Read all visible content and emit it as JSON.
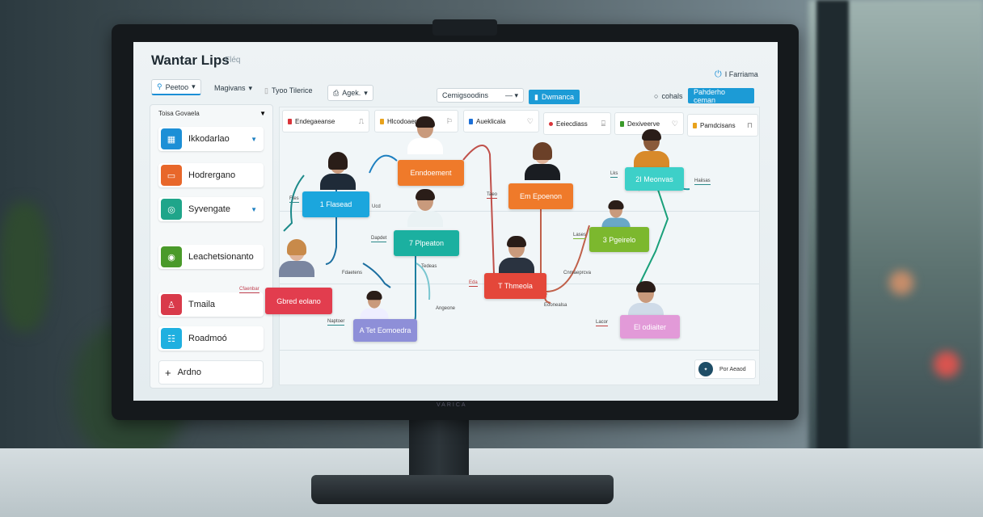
{
  "app": {
    "title": "Wantar Lips",
    "subtitle": "Fléq",
    "user_label": "I Farriama"
  },
  "toolbar": {
    "items": [
      {
        "label": "Peetoo",
        "icon": "filter-icon"
      },
      {
        "label": "Magivans",
        "icon": "chevron-down-icon"
      },
      {
        "label": "Tyoo Tilerice",
        "icon": "document-icon"
      },
      {
        "label": "Agek.",
        "icon": "printer-icon"
      }
    ],
    "select_value": "Cemigsoodins",
    "primary_button": "Dwmanca",
    "comments_label": "cohals",
    "action_button": "Pahderho ceman"
  },
  "sidebar": {
    "header": "Toisa Govaela",
    "items": [
      {
        "label": "Ikkodarlao",
        "color": "#1c8fd6",
        "icon": "grid-icon",
        "expandable": true
      },
      {
        "label": "Hodrergano",
        "color": "#e8672a",
        "icon": "chat-icon",
        "expandable": false
      },
      {
        "label": "Syvengate",
        "color": "#1fa58a",
        "icon": "sync-icon",
        "expandable": true
      },
      {
        "label": "Leachetsionanto",
        "color": "#4a9a2a",
        "icon": "coin-icon",
        "expandable": false
      },
      {
        "label": "Tmaila",
        "color": "#d93a4a",
        "icon": "user-icon",
        "expandable": false
      },
      {
        "label": "Roadmoó",
        "color": "#1fb0e0",
        "icon": "team-icon",
        "expandable": false
      }
    ],
    "add_label": "Ardno"
  },
  "tabs": [
    {
      "label": "Endegaeanse",
      "color": "#d9343a",
      "icon": "pin-icon"
    },
    {
      "label": "Hlcodoaerte",
      "color": "#e8a21c",
      "icon": "flag-icon"
    },
    {
      "label": "Aueklicala",
      "color": "#1c6fd6",
      "icon": "heart-icon"
    },
    {
      "label": "Eeiecdiass",
      "color": "#d9343a",
      "icon": "trash-icon"
    },
    {
      "label": "Dexiveerve",
      "color": "#3a9a2a",
      "icon": "heart-icon"
    },
    {
      "label": "Pamdcisans",
      "color": "#e8a21c",
      "icon": "lock-icon"
    }
  ],
  "nodes": [
    {
      "label": "Enndoement",
      "color": "#ef7a2a"
    },
    {
      "label": "1 Flasead",
      "color": "#1ba6dd"
    },
    {
      "label": "7 Plpeaton",
      "color": "#1bb0a0"
    },
    {
      "label": "Gbred eolano",
      "color": "#e23d4e"
    },
    {
      "label": "A Tet Eomoedra",
      "color": "#8e8fd8"
    },
    {
      "label": "Em Epoenon",
      "color": "#ef7a2a"
    },
    {
      "label": "T Thmeola",
      "color": "#e4473a"
    },
    {
      "label": "3 Pgeirelo",
      "color": "#7cb82e"
    },
    {
      "label": "2I Meonvas",
      "color": "#3dd0c8"
    },
    {
      "label": "El odiaiter",
      "color": "#e29ad8"
    }
  ],
  "edge_labels": [
    "Ftes",
    "Ucd",
    "Dapdet",
    "Tedeas",
    "Cfaenbar",
    "Fdaetens",
    "Naptoer",
    "Angeone",
    "Taeo",
    "Eda",
    "Cnmaeprcva",
    "Eoonealsa",
    "Lks",
    "Haiisas",
    "Lases",
    "Lacor"
  ],
  "footer": {
    "button_label": "Por Aeaod"
  },
  "monitor_brand": "VARICA"
}
